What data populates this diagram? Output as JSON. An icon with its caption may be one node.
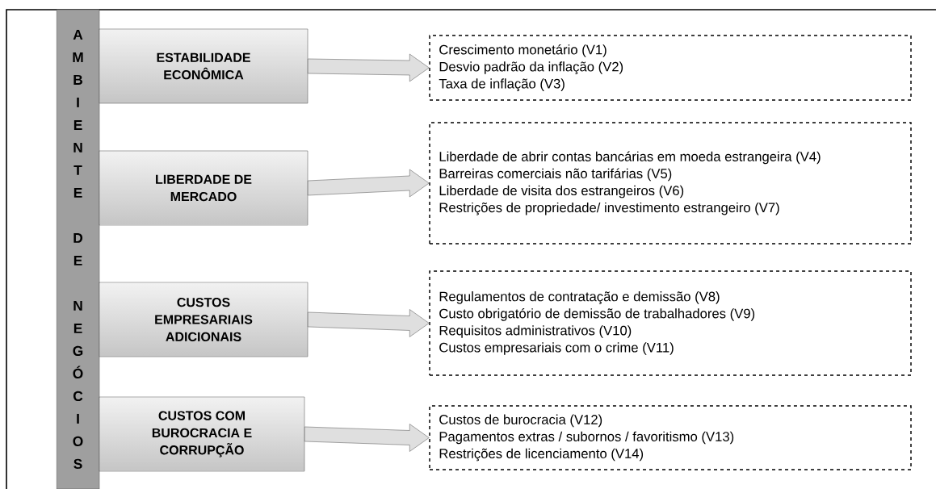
{
  "diagram": {
    "nodes": [
      {
        "text": [
          "AMBIENTE DE NEGÓCIOS"
        ]
      },
      {
        "text": [
          "ESTABILIDADE ECONÔMICA"
        ]
      },
      {
        "text": [
          "Crescimento monetário (V1)",
          "Desvio padrão da inflação (V2)",
          "Taxa de inflação (V3)"
        ]
      },
      {
        "text": [
          "LIBERDADE DE MERCADO"
        ]
      },
      {
        "text": [
          "Liberdade de abrir contas bancárias em moeda estrangeira (V4)",
          "Barreiras comerciais não tarifárias (V5)",
          "Liberdade de visita dos estrangeiros (V6)",
          "Restrições de propriedade/ investimento estrangeiro (V7)"
        ]
      },
      {
        "text": [
          "CUSTOS EMPRESARIAIS ADICIONAIS"
        ]
      },
      {
        "text": [
          "Regulamentos de contratação e demissão (V8)",
          "Custo obrigatório de demissão de trabalhadores (V9)",
          "Requisitos administrativos (V10)",
          "Custos empresariais com o crime (V11)"
        ]
      },
      {
        "text": [
          "CUSTOS COM BUROCRACIA E CORRUPÇÃO"
        ]
      },
      {
        "text": [
          "Custos de burocracia (V12)",
          "Pagamentos extras / subornos / favoritismo (V13)",
          "Restrições de licenciamento (V14)"
        ]
      }
    ],
    "edges": [
      {
        "from": 1,
        "to": 2,
        "arrow": "to"
      },
      {
        "from": 3,
        "to": 4,
        "arrow": "to"
      },
      {
        "from": 5,
        "to": 6,
        "arrow": "to"
      },
      {
        "from": 7,
        "to": 8,
        "arrow": "to"
      }
    ]
  }
}
